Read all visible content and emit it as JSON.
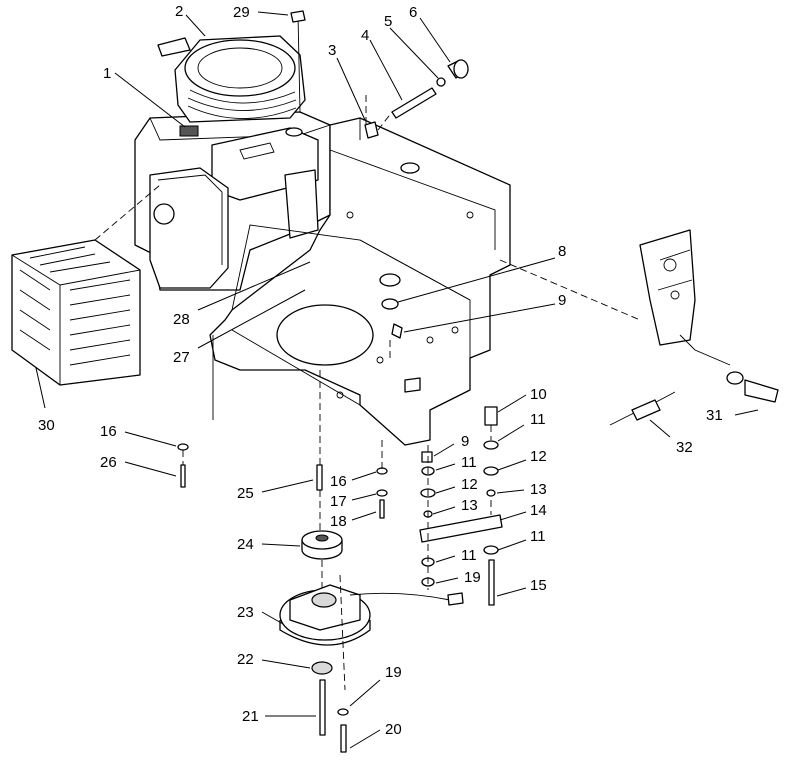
{
  "callouts": [
    {
      "label": "1"
    },
    {
      "label": "2"
    },
    {
      "label": "29"
    },
    {
      "label": "5"
    },
    {
      "label": "6"
    },
    {
      "label": "4"
    },
    {
      "label": "3"
    },
    {
      "label": "8"
    },
    {
      "label": "9"
    },
    {
      "label": "28"
    },
    {
      "label": "27"
    },
    {
      "label": "30"
    },
    {
      "label": "10"
    },
    {
      "label": "11"
    },
    {
      "label": "9"
    },
    {
      "label": "11"
    },
    {
      "label": "12"
    },
    {
      "label": "12"
    },
    {
      "label": "13"
    },
    {
      "label": "13"
    },
    {
      "label": "14"
    },
    {
      "label": "11"
    },
    {
      "label": "11"
    },
    {
      "label": "19"
    },
    {
      "label": "15"
    },
    {
      "label": "16"
    },
    {
      "label": "26"
    },
    {
      "label": "25"
    },
    {
      "label": "16"
    },
    {
      "label": "17"
    },
    {
      "label": "18"
    },
    {
      "label": "24"
    },
    {
      "label": "23"
    },
    {
      "label": "22"
    },
    {
      "label": "19"
    },
    {
      "label": "21"
    },
    {
      "label": "20"
    },
    {
      "label": "31"
    },
    {
      "label": "32"
    }
  ]
}
